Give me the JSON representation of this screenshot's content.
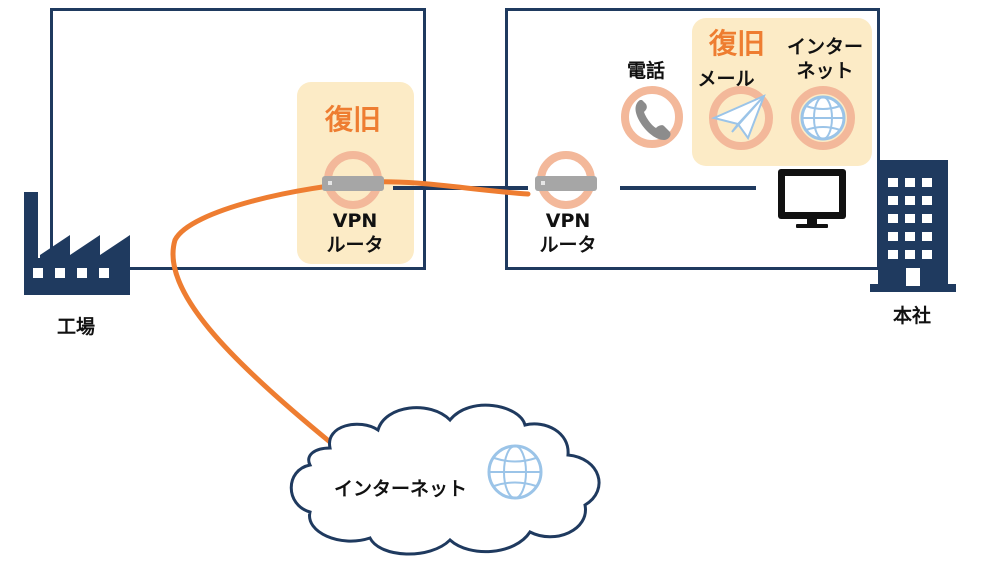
{
  "factory": {
    "label": "工場",
    "router_label_line1": "VPN",
    "router_label_line2": "ルータ",
    "restore_label": "復旧"
  },
  "headquarters": {
    "label": "本社",
    "router_label_line1": "VPN",
    "router_label_line2": "ルータ",
    "restore_label": "復旧",
    "services": {
      "phone": "電話",
      "mail": "メール",
      "internet_line1": "インター",
      "internet_line2": "ネット"
    }
  },
  "cloud": {
    "label": "インターネット"
  },
  "colors": {
    "navy": "#1f3a5f",
    "orange": "#ee7d31",
    "highlight": "#fcebc6",
    "ring": "#f3b89a",
    "globe": "#9bc4e8"
  }
}
